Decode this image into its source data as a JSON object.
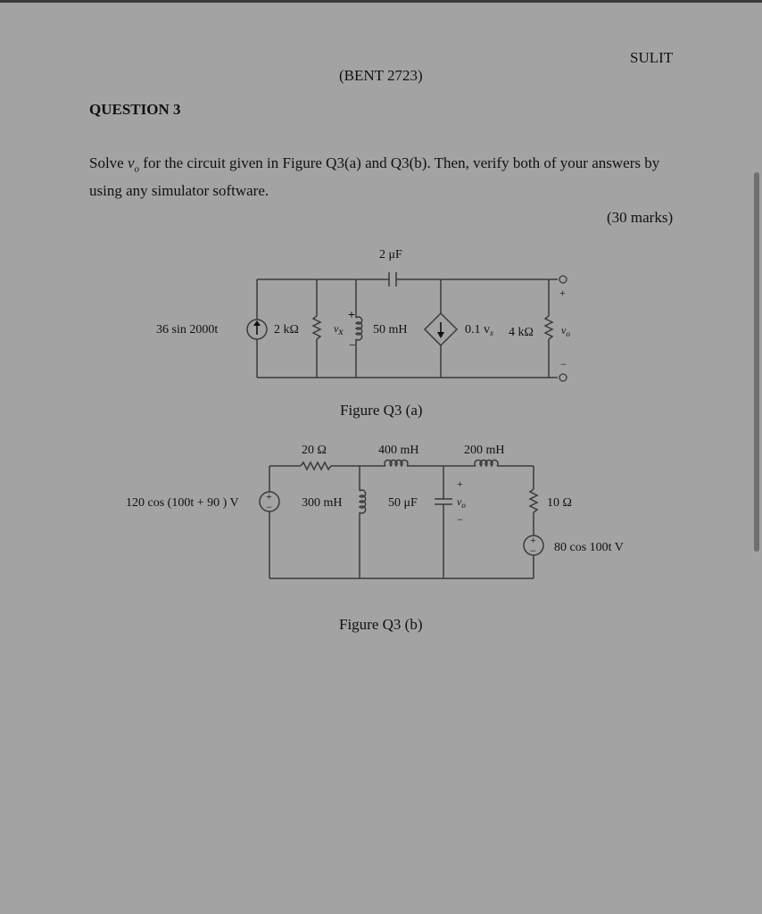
{
  "header": {
    "sulit": "SULIT",
    "code": "(BENT 2723)"
  },
  "question": {
    "title": "QUESTION 3",
    "line1_a": "Solve ",
    "line1_var": "v",
    "line1_sub": "o",
    "line1_b": " for the circuit given in Figure Q3(a) and Q3(b). Then, verify both of your answers by",
    "line2": "using any simulator software.",
    "marks": "(30 marks)"
  },
  "figure_a": {
    "caption": "Figure Q3 (a)",
    "source": "36 sin 2000t",
    "r1": "2 kΩ",
    "vx": "v",
    "vx_sub": "x",
    "inductor": "50 mH",
    "capacitor": "2 μF",
    "dep_source": "0.1 v",
    "dep_sub": "x",
    "r2": "4 kΩ",
    "vo": "v",
    "vo_sub": "o",
    "plus": "+",
    "minus": "−"
  },
  "figure_b": {
    "caption": "Figure Q3 (b)",
    "source1": "120 cos (100t + 90 ) V",
    "r1": "20 Ω",
    "l1": "400 mH",
    "l2": "200 mH",
    "l3": "300 mH",
    "cap": "50 μF",
    "vo": "v",
    "vo_sub": "o",
    "r2": "10 Ω",
    "source2": "80 cos 100t V",
    "plus": "+",
    "minus": "−"
  }
}
